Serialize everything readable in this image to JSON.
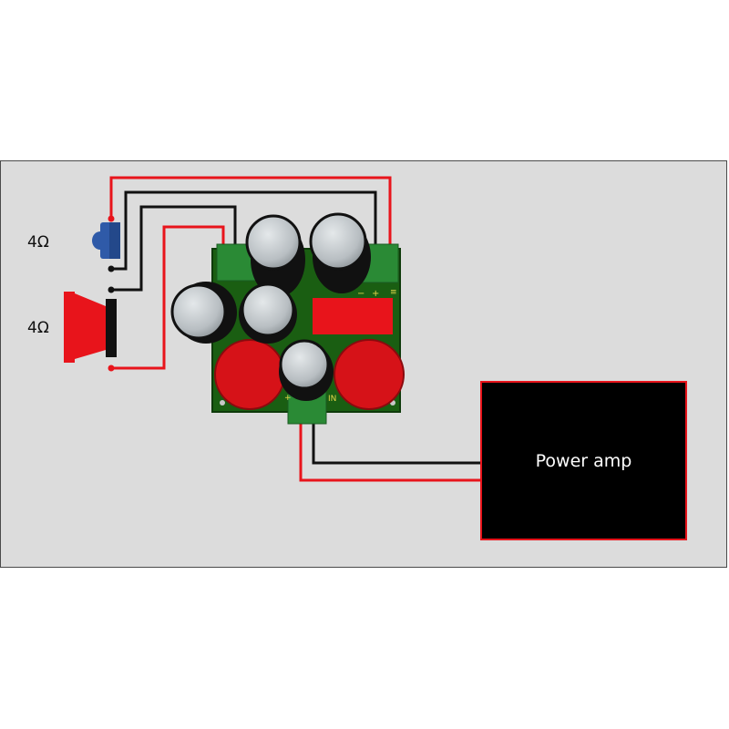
{
  "tweeter": {
    "impedance": "4Ω",
    "icon": "tweeter-icon"
  },
  "woofer": {
    "impedance": "4Ω",
    "icon": "woofer-speaker-icon"
  },
  "amplifier": {
    "label": "Power amp"
  },
  "board": {
    "in_marks": [
      "+",
      "IN"
    ],
    "out_marks": [
      "−",
      "+",
      "≡"
    ]
  },
  "colors": {
    "wire_positive": "#e8141b",
    "wire_negative": "#111111",
    "pcb": "#1a5e12",
    "terminal": "#2a8a35",
    "capacitor": "#c9ced1",
    "cap_body": "#111111",
    "tweeter": "#2f5aa8",
    "woofer": "#e8141b"
  }
}
